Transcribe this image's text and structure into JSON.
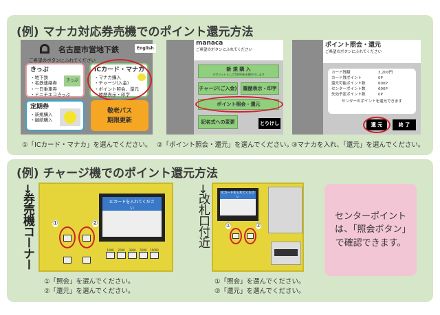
{
  "section1": {
    "title": "(例) マナカ対応券売機でのポイント還元方法",
    "screen1": {
      "operator": "名古屋市営地下鉄",
      "english": "English",
      "prompt": "ご希望のボタンにふれてください",
      "kippu": {
        "title": "きっぷ",
        "items": [
          "・地下鉄",
          "・名鉄連絡券",
          "・一日乗車券",
          "・ドニチエコきっぷ"
        ],
        "button": "きっぷ"
      },
      "ic": {
        "title": "ICカード・マナカ",
        "items": [
          "・マナカ購入",
          "・チャージ(入金)",
          "・ポイント照会、還元",
          "・履歴表示・印字"
        ]
      },
      "teiki": {
        "title": "定期券",
        "items": [
          "・新規購入",
          "・継続購入"
        ]
      },
      "keiro": {
        "line1": "敬老パス",
        "line2": "期限更新"
      }
    },
    "screen2": {
      "logo": "manaca",
      "prompt": "ご希望のボタンにふれてください",
      "new_purchase": "新 規 購 入",
      "new_purchase_note": "デポジットとして500円をお預かりします",
      "charge": "チャージ(ご入金)",
      "history": "履歴表示・印字",
      "points": "ポイント照会・還元",
      "registered": "記名式への変更",
      "cancel": "とりけし"
    },
    "screen3": {
      "title": "ポイント照会・還元",
      "prompt": "ご希望のボタンにふれてください",
      "rows": [
        {
          "label": "カード残額",
          "value": "3,200円"
        },
        {
          "label": "カード残ポイント",
          "value": "0P"
        },
        {
          "label": "還元可能ポイント数",
          "value": "600P"
        },
        {
          "label": "センターポイント数",
          "value": "600P"
        },
        {
          "label": "失効予定ポイント数",
          "value": "0P"
        }
      ],
      "message": "センターのポイントを還元できます",
      "redeem": "還 元",
      "end": "終 了"
    },
    "captions": [
      "①「ICカード・マナカ」を選んでください。",
      "②「ポイント照会・還元」を選んでください。",
      "③マナカを入れ、「還元」を選んでください。"
    ]
  },
  "section2": {
    "title": "(例) チャージ機でのポイント還元方法",
    "machine1": {
      "label": "→券売機コーナー",
      "screen": "ICカードを入れてください",
      "num1": "①",
      "num2": "②",
      "amounts": [
        "1000",
        "2000",
        "3000",
        "5000",
        "10000"
      ],
      "captions": [
        "①「照会」を選んでください。",
        "②「還元」を選んでください。"
      ]
    },
    "machine2": {
      "label": "→改札口付近",
      "screen": "ICカードを入れてください",
      "num1": "①",
      "num2": "②",
      "captions": [
        "①「照会」を選んでください。",
        "②「還元」を選んでください。"
      ]
    },
    "note": "センターポイントは、「照会ボタン」で確認できます。"
  },
  "colors": {
    "panel": "#d6e6c9",
    "highlight": "#d0202a",
    "note_bg": "#f3c6d6"
  }
}
